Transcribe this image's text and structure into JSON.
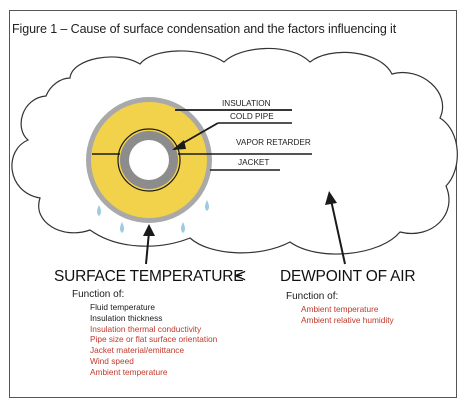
{
  "figure": {
    "title": "Figure 1 – Cause of surface condensation and the factors influencing it"
  },
  "pipe_labels": {
    "insulation": "INSULATION",
    "cold_pipe": "COLD PIPE",
    "vapor_retarder": "VAPOR RETARDER",
    "jacket": "JACKET"
  },
  "comparison": {
    "left": "SURFACE TEMPERATURE",
    "operator": "<",
    "right": "DEWPOINT OF AIR"
  },
  "surface_temperature": {
    "function_heading": "Function of:",
    "factors": [
      {
        "text": "Fluid temperature",
        "color": "#1a1a1a"
      },
      {
        "text": "Insulation thickness",
        "color": "#1a1a1a"
      },
      {
        "text": "Insulation thermal conductivity",
        "color": "#c0392b"
      },
      {
        "text": "Pipe size or flat surface orientation",
        "color": "#c0392b"
      },
      {
        "text": "Jacket material/emittance",
        "color": "#c0392b"
      },
      {
        "text": "Wind speed",
        "color": "#c0392b"
      },
      {
        "text": "Ambient temperature",
        "color": "#c0392b"
      }
    ]
  },
  "dewpoint": {
    "function_heading": "Function of:",
    "factors": [
      {
        "text": "Ambient temperature",
        "color": "#c0392b"
      },
      {
        "text": "Ambient relative humidity",
        "color": "#c0392b"
      }
    ]
  },
  "colors": {
    "insulation": "#f2d24b",
    "jacket": "#a9a9a9",
    "pipe": "#8c8c8c",
    "pipe_interior": "#ffffff",
    "droplets": "#9ecbe0",
    "cloud_stroke": "#333333"
  }
}
